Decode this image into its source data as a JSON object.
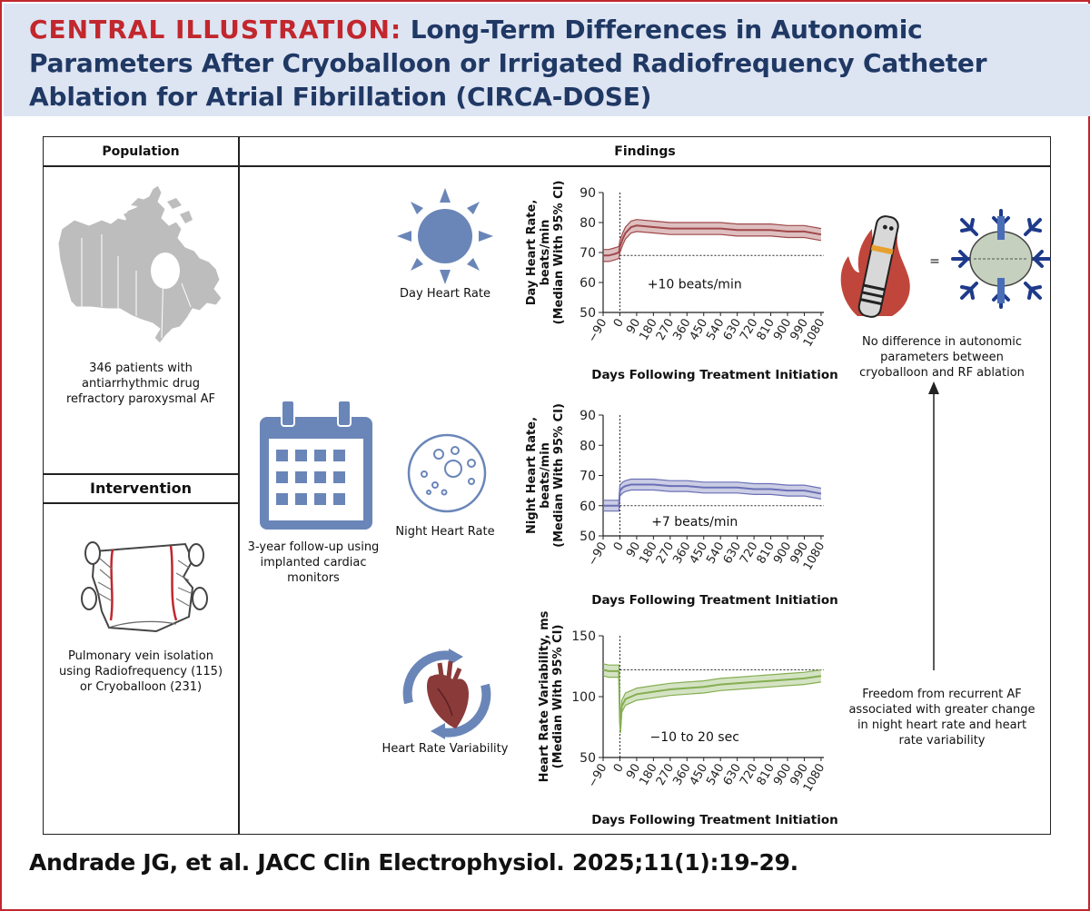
{
  "header": {
    "label": "CENTRAL ILLUSTRATION:",
    "title": "Long-Term Differences in Autonomic Parameters After Cryoballoon or Irrigated Radiofrequency Catheter Ablation for Atrial Fibrillation (CIRCA-DOSE)"
  },
  "population": {
    "heading": "Population",
    "text": "346 patients with antiarrhythmic drug refractory paroxysmal AF"
  },
  "intervention": {
    "heading": "Intervention",
    "text": "Pulmonary vein isolation using Radiofrequency (115) or Cryoballoon (231)"
  },
  "findings": {
    "heading": "Findings",
    "followup": "3-year follow-up using implanted cardiac monitors",
    "day_label": "Day Heart Rate",
    "night_label": "Night Heart Rate",
    "hrv_label": "Heart Rate Variability",
    "equal_sign": "=",
    "no_difference": "No difference in autonomic parameters between cryoballoon and RF ablation",
    "freedom": "Freedom from recurrent AF associated with greater change in night heart rate and heart rate variability"
  },
  "colors": {
    "title_red": "#c1272d",
    "title_navy": "#1f3864",
    "header_bg": "#dde4f2",
    "icon_blue": "#6a86b8",
    "day_series": "#a0484a",
    "night_series": "#6b70b5",
    "hrv_series": "#85ae52"
  },
  "icons": [
    "canada-map-icon",
    "atrium-icon",
    "calendar-icon",
    "sun-icon",
    "moon-icon",
    "heart-cycle-icon",
    "rf-catheter-icon",
    "cryoballoon-icon",
    "up-arrow-icon"
  ],
  "citation": "Andrade JG, et al. JACC Clin Electrophysiol. 2025;11(1):19-29.",
  "chart_data": [
    {
      "type": "line",
      "ylabel_lines": [
        "Day Heart Rate,",
        "beats/min",
        "(Median With 95% CI)"
      ],
      "xlabel": "Days Following Treatment Initiation",
      "xticks": [
        "−90",
        "0",
        "90",
        "180",
        "270",
        "360",
        "450",
        "540",
        "630",
        "720",
        "810",
        "900",
        "990",
        "1080"
      ],
      "yticks": [
        90,
        80,
        70,
        60,
        50
      ],
      "xlim": [
        -90,
        1095
      ],
      "ylim": [
        50,
        90
      ],
      "baseline": 69,
      "annotation": "+10 beats/min",
      "color": "#a0484a",
      "series": [
        {
          "x": [
            -90,
            -60,
            -30,
            -5,
            0,
            15,
            30,
            60,
            90,
            180,
            270,
            360,
            450,
            540,
            630,
            720,
            810,
            900,
            990,
            1080
          ],
          "y": [
            69,
            69,
            69.5,
            70,
            72,
            74.5,
            76.5,
            78.5,
            79,
            78.5,
            78,
            78,
            78,
            78,
            77.5,
            77.5,
            77.5,
            77,
            77,
            76
          ],
          "ci": 2
        }
      ]
    },
    {
      "type": "line",
      "ylabel_lines": [
        "Night Heart Rate,",
        "beats/min",
        "(Median With 95% CI)"
      ],
      "xlabel": "Days Following Treatment Initiation",
      "xticks": [
        "−90",
        "0",
        "90",
        "180",
        "270",
        "360",
        "450",
        "540",
        "630",
        "720",
        "810",
        "900",
        "990",
        "1080"
      ],
      "yticks": [
        90,
        80,
        70,
        60,
        50
      ],
      "xlim": [
        -90,
        1095
      ],
      "ylim": [
        50,
        90
      ],
      "baseline": 60,
      "annotation": "+7 beats/min",
      "color": "#6b70b5",
      "series": [
        {
          "x": [
            -90,
            -60,
            -30,
            -5,
            0,
            15,
            30,
            60,
            90,
            180,
            270,
            360,
            450,
            540,
            630,
            720,
            810,
            900,
            990,
            1080
          ],
          "y": [
            60,
            60,
            60,
            60,
            65,
            66,
            66.5,
            67,
            67,
            67,
            66.5,
            66.5,
            66,
            66,
            66,
            65.5,
            65.5,
            65,
            65,
            64
          ],
          "ci": 1.8
        }
      ]
    },
    {
      "type": "line",
      "ylabel_lines": [
        "Heart Rate Variability, ms",
        "(Median With 95% CI)"
      ],
      "xlabel": "Days Following Treatment Initiation",
      "xticks": [
        "−90",
        "0",
        "90",
        "180",
        "270",
        "360",
        "450",
        "540",
        "630",
        "720",
        "810",
        "900",
        "990",
        "1080"
      ],
      "yticks": [
        150,
        100,
        50
      ],
      "xlim": [
        -90,
        1095
      ],
      "ylim": [
        50,
        150
      ],
      "baseline": 122,
      "annotation": "−10 to 20 sec",
      "color": "#85ae52",
      "series": [
        {
          "x": [
            -90,
            -60,
            -30,
            -5,
            0,
            3,
            10,
            30,
            60,
            90,
            180,
            270,
            360,
            450,
            540,
            630,
            720,
            810,
            900,
            990,
            1080
          ],
          "y": [
            122,
            121,
            121,
            121,
            80,
            75,
            92,
            98,
            100,
            102,
            104,
            106,
            107,
            108,
            110,
            111,
            112,
            113,
            114,
            115,
            117
          ],
          "ci": 5
        }
      ]
    }
  ]
}
